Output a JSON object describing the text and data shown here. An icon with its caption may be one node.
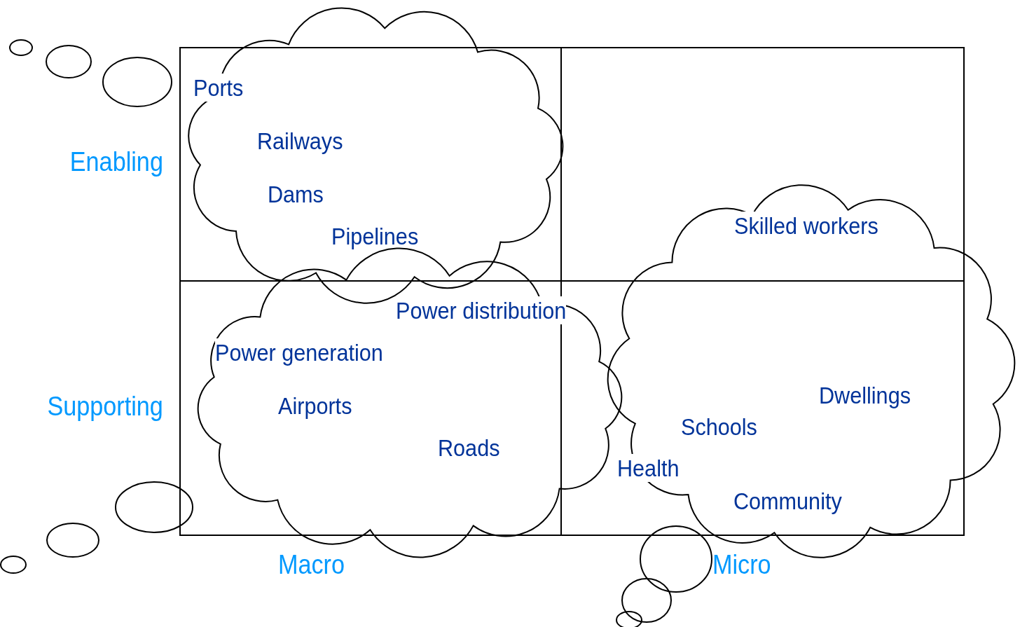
{
  "diagram": {
    "nodes": [
      {
        "text": [
          "Ports",
          "Railways",
          "Dams",
          "Pipelines"
        ]
      },
      {
        "text": [
          "Power distribution",
          "Power generation",
          "Airports",
          "Roads"
        ]
      },
      {
        "text": [
          "Skilled workers",
          "Dwellings",
          "Schools",
          "Health",
          "Community"
        ]
      }
    ],
    "labels": [
      "Enabling",
      "Supporting",
      "Macro",
      "Micro"
    ]
  }
}
